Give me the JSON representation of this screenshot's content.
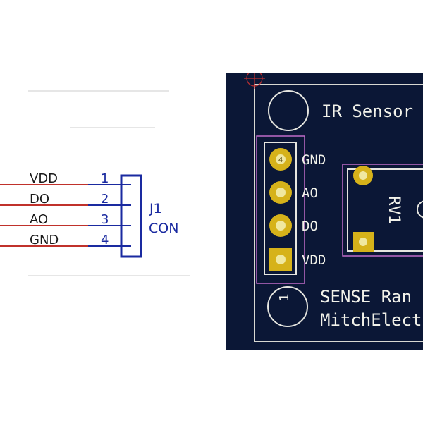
{
  "schematic": {
    "nets": [
      {
        "name": "VDD",
        "pin": "1"
      },
      {
        "name": "DO",
        "pin": "2"
      },
      {
        "name": "AO",
        "pin": "3"
      },
      {
        "name": "GND",
        "pin": "4"
      }
    ],
    "connector_ref": "J1",
    "connector_value": "CON",
    "colors": {
      "wire": "#c0312b",
      "symbol": "#1a2aa0"
    }
  },
  "pcb": {
    "title": "IR Sensor",
    "pads": [
      {
        "label": "GND",
        "shape": "round"
      },
      {
        "label": "AO",
        "shape": "round"
      },
      {
        "label": "DO",
        "shape": "round"
      },
      {
        "label": "VDD",
        "shape": "square"
      }
    ],
    "pad_mark": "4",
    "pin1_mark": "1",
    "pot_ref": "RV1",
    "footer_lines": [
      "SENSE Ran",
      "MitchElect"
    ],
    "colors": {
      "board": "#0b1736",
      "silkscreen": "#f2f2ea",
      "copper": "#d6b21a",
      "courtyard": "#c06bc8"
    }
  }
}
